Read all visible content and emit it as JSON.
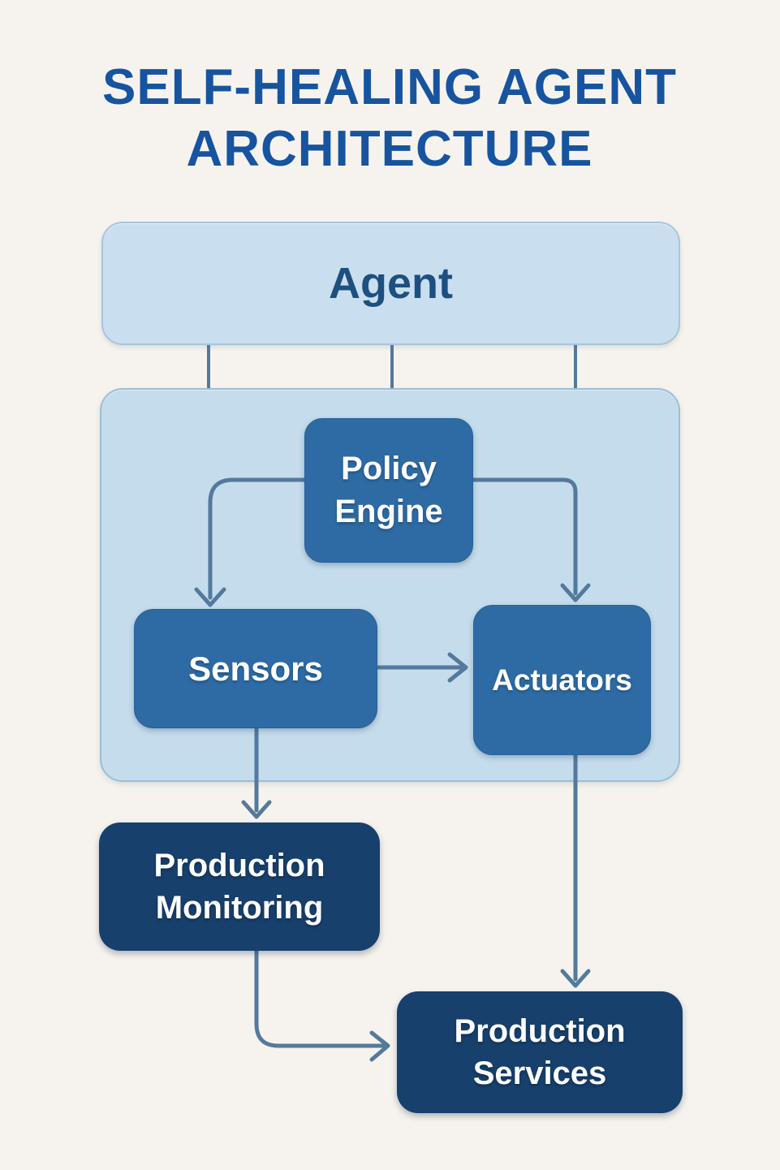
{
  "title": {
    "text": "SELF-HEALING AGENT ARCHITECTURE"
  },
  "nodes": {
    "agent": {
      "label": "Agent"
    },
    "policy_engine": {
      "label": "Policy Engine"
    },
    "sensors": {
      "label": "Sensors"
    },
    "actuators": {
      "label": "Actuators"
    },
    "production_monitoring": {
      "label": "Production Monitoring"
    },
    "production_services": {
      "label": "Production Services"
    }
  },
  "edges": [
    {
      "from": "agent",
      "to": "subsystem-container",
      "style": "plain-line",
      "count": 3
    },
    {
      "from": "policy_engine",
      "to": "sensors",
      "style": "arrow"
    },
    {
      "from": "policy_engine",
      "to": "actuators",
      "style": "arrow"
    },
    {
      "from": "sensors",
      "to": "actuators",
      "style": "arrow"
    },
    {
      "from": "sensors",
      "to": "production_monitoring",
      "style": "arrow"
    },
    {
      "from": "actuators",
      "to": "production_services",
      "style": "arrow"
    },
    {
      "from": "production_monitoring",
      "to": "production_services",
      "style": "arrow"
    }
  ],
  "colors": {
    "background": "#f6f3ee",
    "title_text": "#1754a0",
    "light_box_fill": "#c9dff0",
    "light_box_border": "#a9c4dc",
    "container_fill": "#c5dcec",
    "container_border": "#9cbed6",
    "mid_box_fill": "#2e6ba4",
    "mid_box_border": "#27619a",
    "dark_box_fill": "#17406c",
    "connector": "#54799c",
    "agent_text": "#1d5080",
    "white_text": "#ffffff"
  }
}
